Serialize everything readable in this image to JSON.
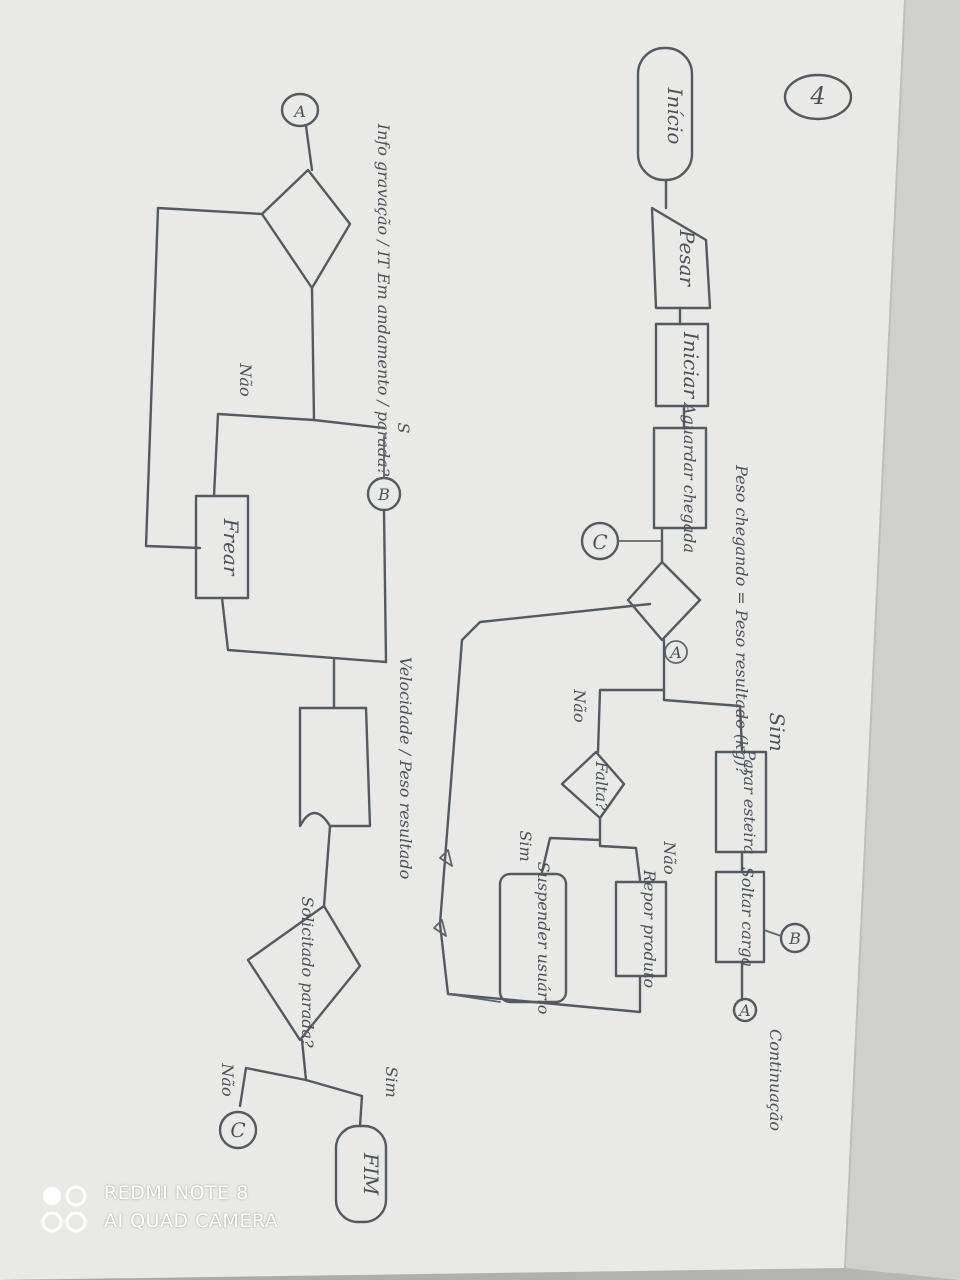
{
  "flowchart": {
    "page_number": "4",
    "start_label": "Início",
    "end_label": "FIM",
    "process_boxes": {
      "pesar": "Pesar",
      "iniciar": "Iniciar",
      "aguardar": "Aguardar chegada",
      "parar_esteira": "Parar esteira",
      "soltar_carga": "Soltar carga",
      "repor_produto": "Repor produto",
      "suspender": "Suspender usuário",
      "frear": "Frear",
      "veloc_report": "Velocidade / Peso resultado"
    },
    "decisions": {
      "peso_check": "Peso chegando = Peso resultado (kg)?",
      "falta": "Falta?",
      "info_check": "Info gravação / IT Em andamento / parada?",
      "solicitado": "Solicitado parada?"
    },
    "edge_labels": {
      "sim": "Sim",
      "nao": "Não",
      "s": "S",
      "continua": "Continuação"
    },
    "connectors": {
      "a": "A",
      "b": "B",
      "c": "C"
    }
  },
  "watermark": {
    "line1": "REDMI NOTE 8",
    "line2": "AI QUAD CAMERA"
  }
}
